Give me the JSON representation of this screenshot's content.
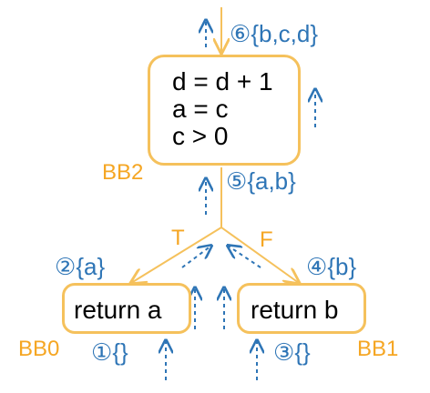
{
  "diagram": {
    "colors": {
      "edge": "#f5c15c",
      "label": "#f5a623",
      "flow": "#2e75b6",
      "text": "#000000"
    },
    "blocks": {
      "bb2": {
        "name": "BB2",
        "statements": [
          "d = d + 1",
          "a = c",
          "c > 0"
        ]
      },
      "bb0": {
        "name": "BB0",
        "statements": [
          "return a"
        ]
      },
      "bb1": {
        "name": "BB1",
        "statements": [
          "return b"
        ]
      }
    },
    "branches": {
      "true_label": "T",
      "false_label": "F"
    },
    "liveness": [
      {
        "marker": "①",
        "set": "{}"
      },
      {
        "marker": "②",
        "set": "{a}"
      },
      {
        "marker": "③",
        "set": "{}"
      },
      {
        "marker": "④",
        "set": "{b}"
      },
      {
        "marker": "⑤",
        "set": "{a,b}"
      },
      {
        "marker": "⑥",
        "set": "{b,c,d}"
      }
    ]
  }
}
